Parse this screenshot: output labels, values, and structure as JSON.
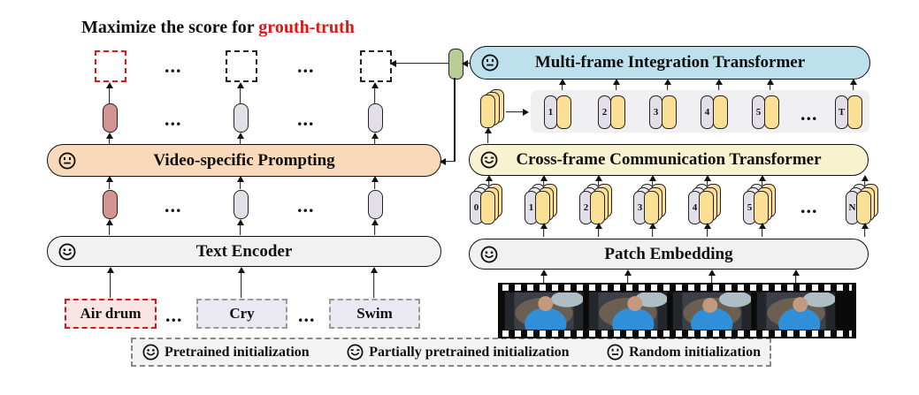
{
  "title": {
    "prefix": "Maximize the score for ",
    "highlight": "grouth-truth"
  },
  "ellipsis": "...",
  "left": {
    "prompting_label": "Video-specific Prompting",
    "prompting_icon": "random-face-icon",
    "encoder_label": "Text Encoder",
    "encoder_icon": "pretrained-face-icon",
    "words": [
      "Air drum",
      "Cry",
      "Swim"
    ]
  },
  "right": {
    "mit_label": "Multi-frame Integration Transformer",
    "mit_icon": "random-face-icon",
    "cct_label": "Cross-frame Communication Transformer",
    "cct_icon": "partially-pretrained-face-icon",
    "patch_label": "Patch Embedding",
    "patch_icon": "pretrained-face-icon",
    "frame_tokens": [
      "1",
      "2",
      "3",
      "4",
      "5",
      "T"
    ],
    "patch_tokens": [
      "0",
      "1",
      "2",
      "3",
      "4",
      "5",
      "N"
    ]
  },
  "legend": {
    "items": [
      {
        "icon": "pretrained-face-icon",
        "label": "Pretrained initialization"
      },
      {
        "icon": "partially-pretrained-face-icon",
        "label": "Partially pretrained initialization"
      },
      {
        "icon": "random-face-icon",
        "label": "Random initialization"
      }
    ]
  },
  "colors": {
    "highlight_red": "#e51414",
    "prompting_fill": "#f9d9ba",
    "mit_fill": "#bde0ec",
    "cct_fill": "#f7f2d0",
    "encoder_fill": "#f1f1f1",
    "token_yellow": "#fbdf94",
    "token_lavender": "#e3dfe9",
    "pill_pink": "#d29393",
    "pill_green": "#b7cc96"
  }
}
